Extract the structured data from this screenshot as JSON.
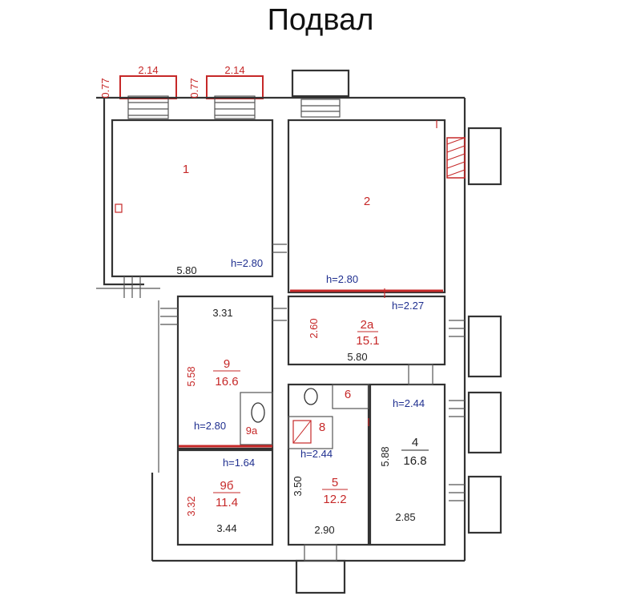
{
  "title": "Подвал",
  "colors": {
    "wall": "#333333",
    "red": "#c62828",
    "blue": "#1f2f8f",
    "dark": "#222222"
  },
  "rooms": {
    "r1": {
      "number": "1"
    },
    "r2": {
      "number": "2"
    },
    "r2a": {
      "number": "2а",
      "area": "15.1"
    },
    "r4": {
      "number": "4",
      "area": "16.8"
    },
    "r5": {
      "number": "5",
      "area": "12.2"
    },
    "r6": {
      "number": "6"
    },
    "r8": {
      "number": "8"
    },
    "r9": {
      "number": "9",
      "area": "16.6"
    },
    "r9a": {
      "number": "9а"
    },
    "r9b": {
      "number": "9б",
      "area": "11.4"
    }
  },
  "heights": {
    "h1": "h=2.80",
    "h2": "h=2.80",
    "h2a": "h=2.27",
    "h9": "h=2.80",
    "h9b": "h=1.64",
    "h5": "h=2.44",
    "h4": "h=2.44"
  },
  "dimensions": {
    "porch1_w": "2.14",
    "porch2_w": "2.14",
    "porch1_d": "0.77",
    "porch2_d": "0.77",
    "r1_w": "5.80",
    "r2a_w": "5.80",
    "r2a_h": "2.60",
    "r9_w": "3.31",
    "r9_h": "5.58",
    "r9b_h": "3.32",
    "r9b_w": "3.44",
    "r5_h": "3.50",
    "r5_w": "2.90",
    "r4_h": "5.88",
    "r4_w": "2.85"
  }
}
